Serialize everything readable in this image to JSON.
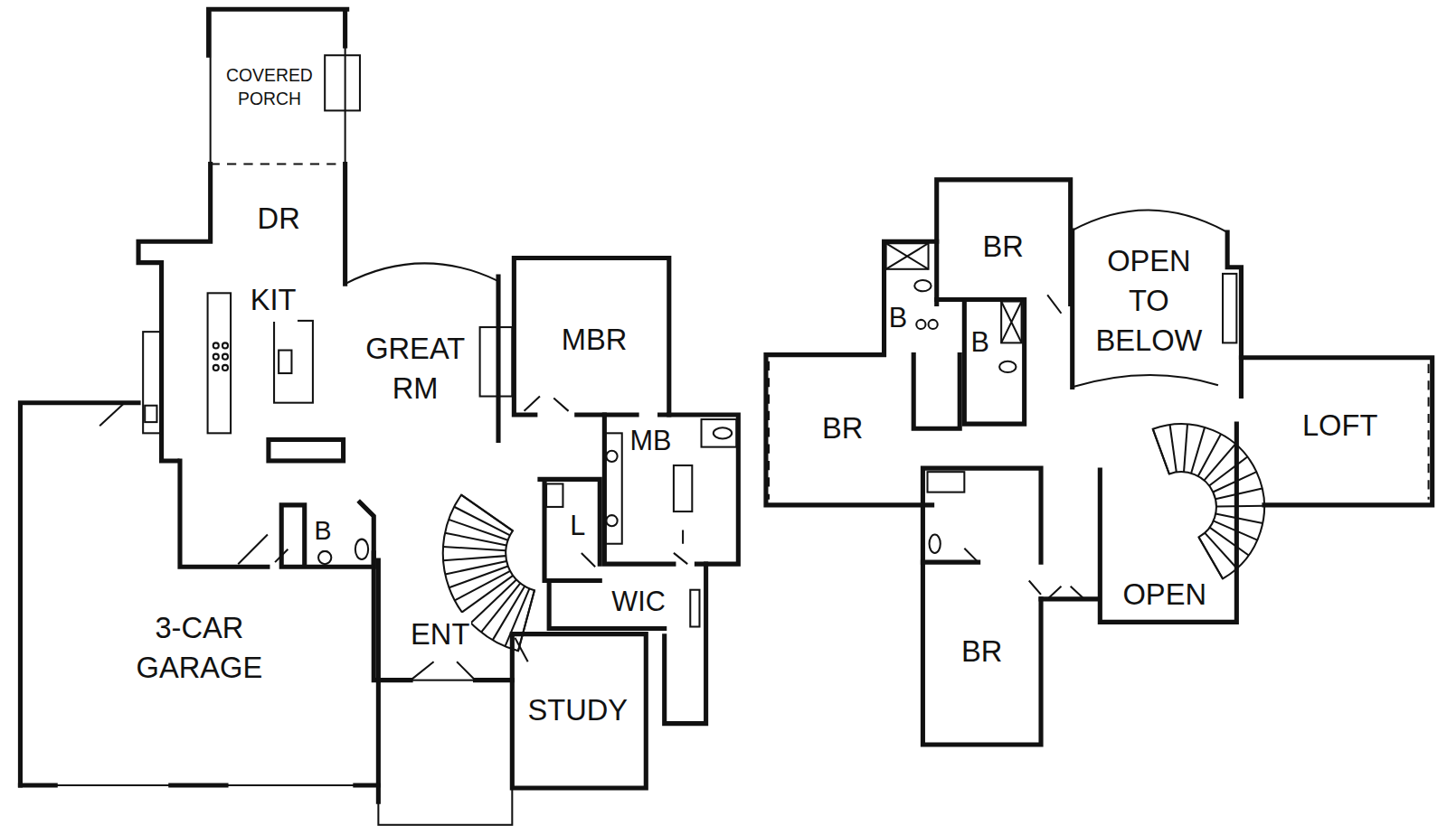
{
  "diagram": {
    "nodes": [
      {
        "text": [
          "COVERED PORCH"
        ]
      },
      {
        "text": [
          "DR"
        ]
      },
      {
        "text": [
          "KIT"
        ]
      },
      {
        "text": [
          "GREAT RM"
        ]
      },
      {
        "text": [
          "MBR"
        ]
      },
      {
        "text": [
          "MB"
        ]
      },
      {
        "text": [
          "B"
        ]
      },
      {
        "text": [
          "L"
        ]
      },
      {
        "text": [
          "WIC"
        ]
      },
      {
        "text": [
          "ENT"
        ]
      },
      {
        "text": [
          "3-CAR GARAGE"
        ]
      },
      {
        "text": [
          "STUDY"
        ]
      },
      {
        "text": [
          "BR"
        ]
      },
      {
        "text": [
          "OPEN TO BELOW"
        ]
      },
      {
        "text": [
          "B"
        ]
      },
      {
        "text": [
          "B"
        ]
      },
      {
        "text": [
          "BR"
        ]
      },
      {
        "text": [
          "LOFT"
        ]
      },
      {
        "text": [
          "BR"
        ]
      },
      {
        "text": [
          "OPEN"
        ]
      }
    ]
  }
}
